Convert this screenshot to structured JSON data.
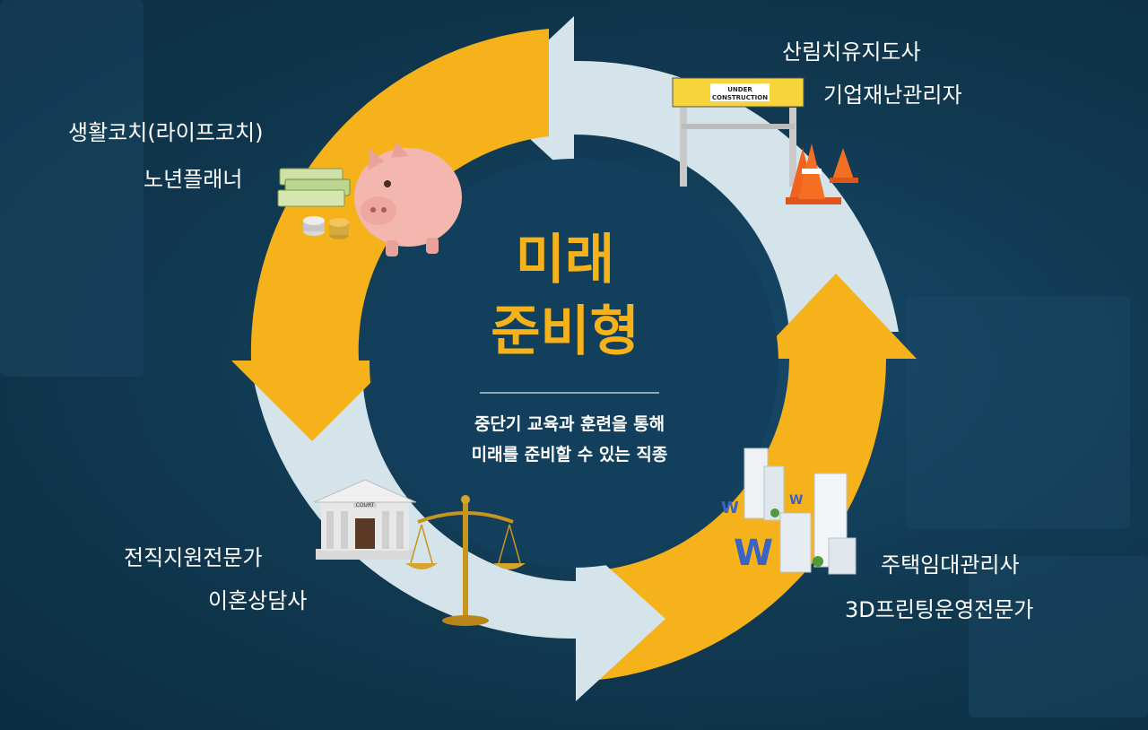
{
  "center": {
    "title_line1": "미래",
    "title_line2": "준비형",
    "desc_line1": "중단기 교육과 훈련을 통해",
    "desc_line2": "미래를 준비할 수 있는 직종"
  },
  "groups": {
    "top_left": [
      "생활코치(라이프코치)",
      "노년플래너"
    ],
    "top_right": [
      "산림치유지도사",
      "기업재난관리자"
    ],
    "bottom_left": [
      "전직지원전문가",
      "이혼상담사"
    ],
    "bottom_right": [
      "주택임대관리사",
      "3D프린팅운영전문가"
    ]
  },
  "icons": {
    "top_left": "piggy-bank-and-money-icon",
    "top_right": "construction-barrier-icon",
    "bottom_left": "court-and-scales-icon",
    "bottom_right": "city-buildings-icon"
  },
  "sign_text": {
    "barrier_line1": "UNDER",
    "barrier_line2": "CONSTRUCTION",
    "court": "COURT"
  },
  "colors": {
    "background": "#10384f",
    "arrow_yellow": "#f6b21a",
    "arrow_light": "#d5e3ea",
    "title_yellow": "#f6b21a",
    "text_white": "#ffffff"
  }
}
